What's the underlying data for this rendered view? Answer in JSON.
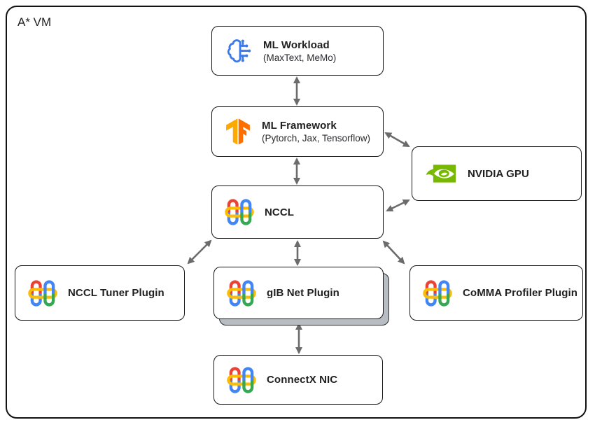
{
  "colors": {
    "box_border": "#161616",
    "arrow_gray": "#6B6B6B",
    "stacked_shadow_gray": "#B7BDC3",
    "nvidia_green": "#76B900",
    "tensorflow_orange_light": "#FFA800",
    "tensorflow_orange_dark": "#FF6F00",
    "workload_blue": "#3B78E8",
    "google_red": "#EA4335",
    "google_blue": "#4285F4",
    "google_yellow": "#FBBC04",
    "google_green": "#34A853"
  },
  "diagram": {
    "container_label": "A* VM",
    "nodes": [
      {
        "id": "ml-workload",
        "title": "ML Workload",
        "subtitle": "(MaxText, MeMo)",
        "icon": "brain-circuit-icon"
      },
      {
        "id": "ml-framework",
        "title": "ML Framework",
        "subtitle": "(Pytorch, Jax, Tensorflow)",
        "icon": "tensorflow-icon"
      },
      {
        "id": "nvidia-gpu",
        "title": "NVIDIA GPU",
        "icon": "nvidia-icon"
      },
      {
        "id": "nccl",
        "title": "NCCL",
        "icon": "chain-links-icon"
      },
      {
        "id": "nccl-tuner-plugin",
        "title": "NCCL Tuner Plugin",
        "icon": "chain-links-icon"
      },
      {
        "id": "gib-net-plugin",
        "title": "gIB Net Plugin",
        "icon": "chain-links-icon",
        "stacked": true
      },
      {
        "id": "comma-profiler-plugin",
        "title": "CoMMA Profiler Plugin",
        "icon": "chain-links-icon"
      },
      {
        "id": "connectx-nic",
        "title": "ConnectX NIC",
        "icon": "chain-links-icon"
      }
    ],
    "edges": [
      {
        "from": "ml-workload",
        "to": "ml-framework",
        "bidirectional": true
      },
      {
        "from": "ml-framework",
        "to": "nccl",
        "bidirectional": true
      },
      {
        "from": "ml-framework",
        "to": "nvidia-gpu",
        "bidirectional": true
      },
      {
        "from": "nccl",
        "to": "nvidia-gpu",
        "bidirectional": true
      },
      {
        "from": "nccl",
        "to": "nccl-tuner-plugin",
        "bidirectional": true
      },
      {
        "from": "nccl",
        "to": "gib-net-plugin",
        "bidirectional": true
      },
      {
        "from": "nccl",
        "to": "comma-profiler-plugin",
        "bidirectional": true
      },
      {
        "from": "gib-net-plugin",
        "to": "connectx-nic",
        "bidirectional": true
      }
    ]
  }
}
